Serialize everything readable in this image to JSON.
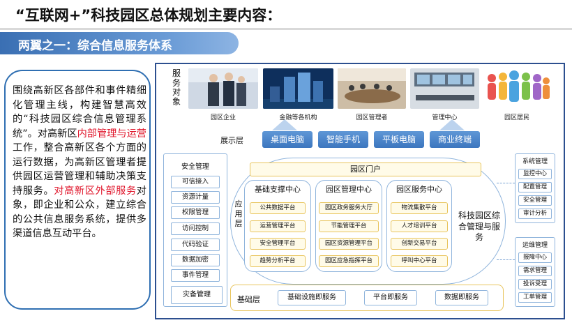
{
  "title": "“互联网+”科技园区总体规划主要内容：",
  "banner": "两翼之一：综合信息服务体系",
  "left_text": {
    "p1": "围绕高新区各部件和事件精细化管理主线，构建智慧高效的“科技园区综合信息管理系统”。对高新区",
    "p1_red": "内部管理与运营",
    "p2": "工作，整合高新区各个方面的运行数据，为高新区管理者提供园区运营管理和辅助决策支持服务。",
    "p2_red": "对高新区外部服务",
    "p3": "对象，即企业和公众，建立综合的公共信息服务系统，提供多渠道信息互动平台。"
  },
  "service_target": "服务对象",
  "service_targets": [
    "园区企业",
    "金融等各机构",
    "园区管理者",
    "管理中心",
    "园区居民"
  ],
  "display_layer": "展示层",
  "devices": [
    "桌面电脑",
    "智能手机",
    "平板电脑",
    "商业终端"
  ],
  "security": {
    "title": "安全管理",
    "items": [
      "可信接入",
      "资源计量",
      "权限管理",
      "访问控制",
      "代码验证",
      "数据加密",
      "事件管理"
    ],
    "disaster": "灾备管理"
  },
  "app_layer": "应用层",
  "portal": "园区门户",
  "columns": [
    {
      "title": "基础支撑中心",
      "items": [
        "公共数据平台",
        "运营管理平台",
        "安全管理平台",
        "趋势分析平台"
      ]
    },
    {
      "title": "园区管理中心",
      "items": [
        "园区政务服务大厅",
        "节能管理平台",
        "园区资源管理平台",
        "园区应急指挥平台"
      ]
    },
    {
      "title": "园区服务中心",
      "items": [
        "物流集散平台",
        "人才培训平台",
        "创新交易平台",
        "呼叫中心平台"
      ]
    }
  ],
  "park_mgmt": "科技园区综合管理与服务",
  "base_layer": "基础层",
  "base_items": [
    "基础设施即服务",
    "平台即服务",
    "数据即服务"
  ],
  "system_mgmt": {
    "title": "系统管理",
    "items": [
      "监控中心",
      "配置管理",
      "安全管理",
      "审计分析"
    ]
  },
  "ops_mgmt": {
    "title": "运维管理",
    "items": [
      "报障中心",
      "需求管理",
      "投诉受理",
      "工单管理"
    ]
  },
  "colors": {
    "banner": "#3a6fb3",
    "frame": "#2c4f8f",
    "red_text": "#e0162b",
    "device_btn": "#4a84c9",
    "box_border": "#8fb4dc",
    "gold_border": "#e8c45c"
  }
}
